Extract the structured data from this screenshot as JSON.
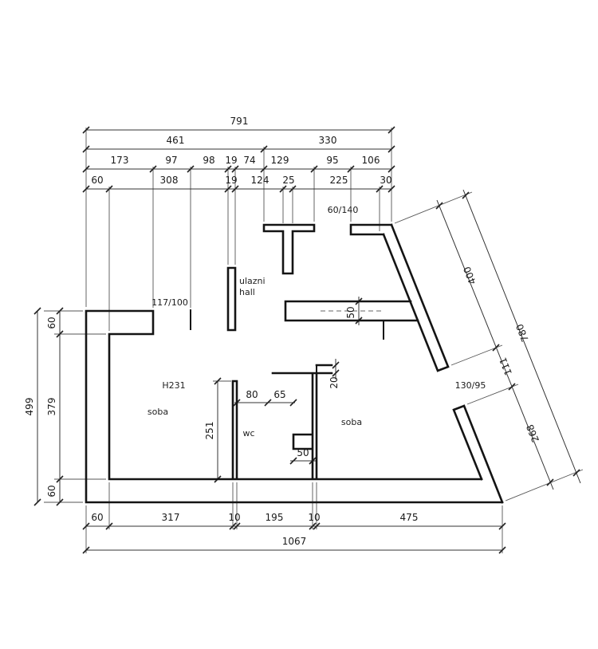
{
  "dims": {
    "top_total": "791",
    "top_mid": [
      "461",
      "330"
    ],
    "top_detail": [
      "173",
      "97",
      "98",
      "19",
      "74",
      "129",
      "95",
      "106"
    ],
    "top_inner": [
      "60",
      "308",
      "19",
      "124",
      "25",
      "225",
      "30"
    ],
    "left_total": "499",
    "left_parts": [
      "60",
      "379",
      "60"
    ],
    "bottom_parts": [
      "60",
      "317",
      "10",
      "195",
      "10",
      "475"
    ],
    "bottom_total": "1067",
    "diag_parts": [
      "400",
      "111",
      "268"
    ],
    "diag_total": "780",
    "wc_parts": [
      "80",
      "65"
    ],
    "wc_niche": "50",
    "wall_thickness": "50",
    "ledge": "20",
    "room_height": "251"
  },
  "doors": {
    "top": "60/140",
    "left": "117/100",
    "right": "130/95"
  },
  "labels": {
    "hall_line1": "ulazni",
    "hall_line2": "hall",
    "code": "H231",
    "room_left": "soba",
    "room_right": "soba",
    "wc": "wc"
  },
  "colors": {
    "ink": "#1a1a1a",
    "wall": "#141414",
    "dim": "#333333",
    "dashed": "#999999"
  }
}
